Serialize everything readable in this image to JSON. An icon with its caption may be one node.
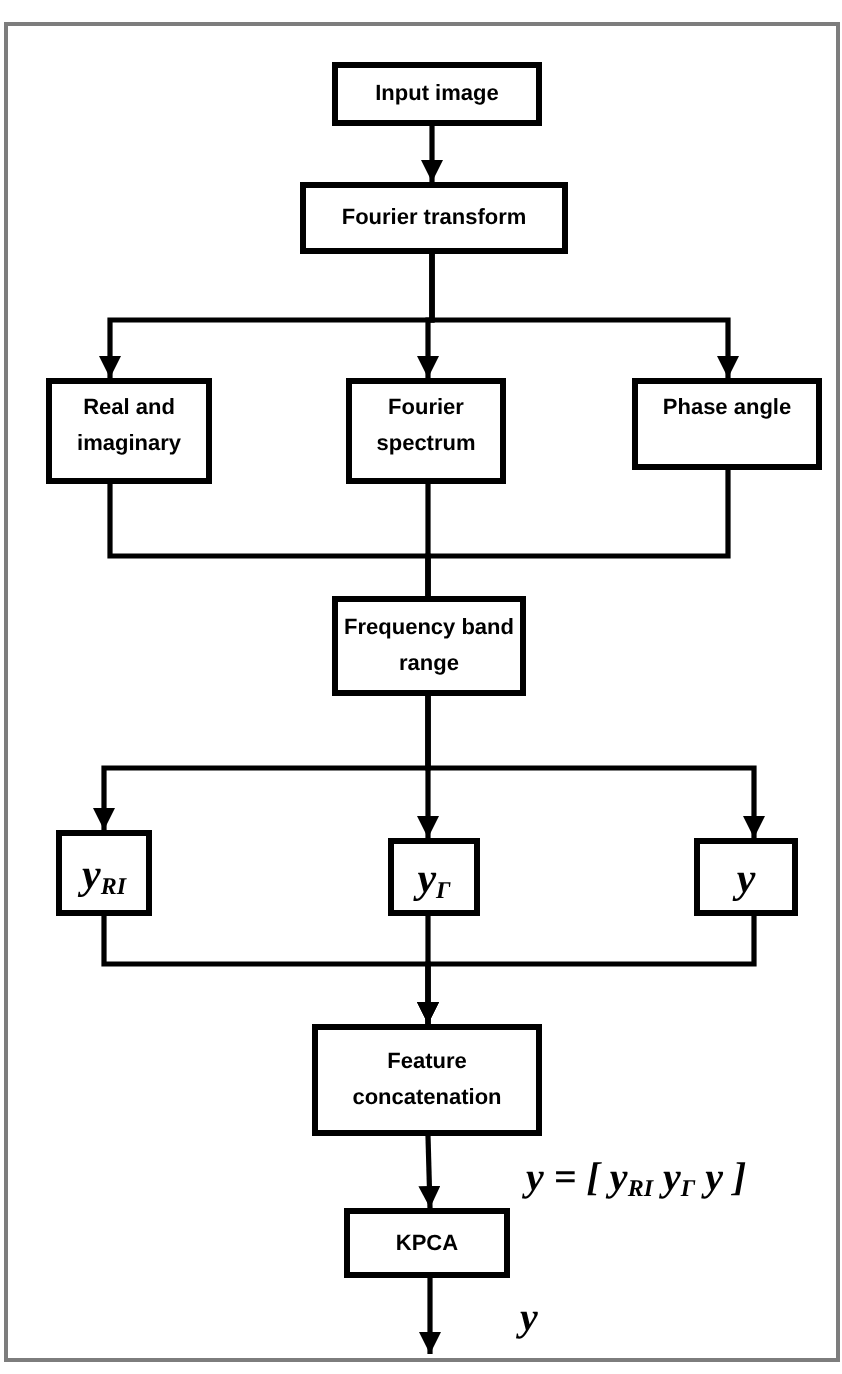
{
  "diagram": {
    "nodes": [
      {
        "text": [
          "Input image"
        ]
      },
      {
        "text": [
          "Fourier transform"
        ]
      },
      {
        "text": [
          "Real and imaginary"
        ]
      },
      {
        "text": [
          "Fourier spectrum"
        ]
      },
      {
        "text": [
          "Phase angle"
        ]
      },
      {
        "text": [
          "Frequency band range"
        ]
      },
      {
        "text": [
          "y$_{RI}$"
        ]
      },
      {
        "text": [
          "y$_{Γ}$"
        ]
      },
      {
        "text": [
          "y"
        ]
      },
      {
        "text": [
          "Feature concatenation"
        ]
      },
      {
        "text": [
          "KPCA"
        ]
      }
    ],
    "edges": [
      {
        "from": 0,
        "to": 1,
        "arrow": "to"
      },
      {
        "from": 1,
        "to": 2,
        "arrow": "to"
      },
      {
        "from": 1,
        "to": 3,
        "arrow": "to"
      },
      {
        "from": 1,
        "to": 4,
        "arrow": "to"
      },
      {
        "from": 2,
        "to": 5,
        "arrow": "none"
      },
      {
        "from": 3,
        "to": 5,
        "arrow": "none"
      },
      {
        "from": 4,
        "to": 5,
        "arrow": "none"
      },
      {
        "from": 5,
        "to": 6,
        "arrow": "to"
      },
      {
        "from": 5,
        "to": 7,
        "arrow": "to"
      },
      {
        "from": 5,
        "to": 8,
        "arrow": "to"
      },
      {
        "from": 6,
        "to": 9,
        "arrow": "to"
      },
      {
        "from": 7,
        "to": 9,
        "arrow": "to"
      },
      {
        "from": 8,
        "to": 9,
        "arrow": "to"
      },
      {
        "from": 9,
        "to": 10,
        "arrow": "to",
        "label": "y = [ y$_{RI}$ y$_{Γ}$ y ]"
      },
      {
        "from": 10,
        "to": null,
        "arrow": "to",
        "label": "y"
      }
    ]
  }
}
